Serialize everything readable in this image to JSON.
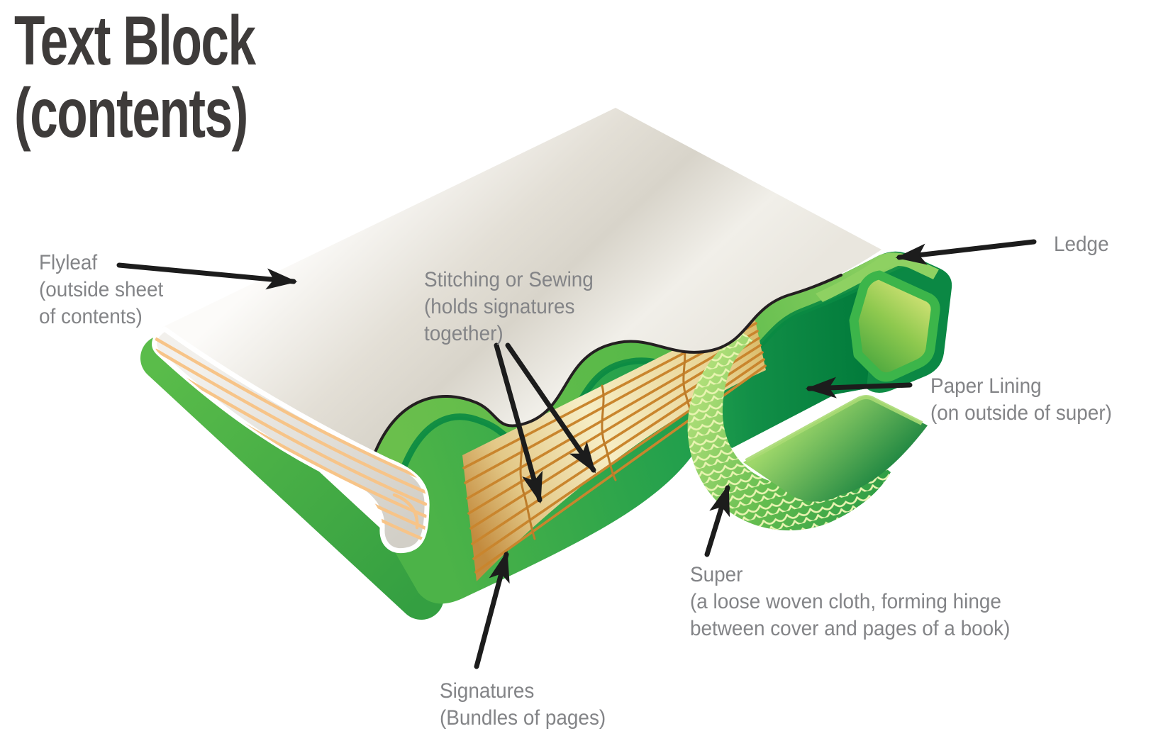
{
  "title": {
    "line1": "Text Block",
    "line2": "(contents)"
  },
  "labels": {
    "flyleaf": {
      "lines": [
        "Flyleaf",
        "(outside sheet",
        "of contents)"
      ]
    },
    "stitching": {
      "lines": [
        "Stitching or Sewing",
        "(holds signatures",
        "together)"
      ]
    },
    "ledge": {
      "lines": [
        "Ledge"
      ]
    },
    "paper_lining": {
      "lines": [
        "Paper Lining",
        "(on outside of super)"
      ]
    },
    "super": {
      "lines": [
        "Super",
        "(a loose woven cloth, forming hinge",
        "between cover and pages of a book)"
      ]
    },
    "signatures": {
      "lines": [
        "Signatures",
        "(Bundles of pages)"
      ]
    }
  },
  "illustration": {
    "subject": "book text block cutaway diagram",
    "parts": [
      "flyleaf page",
      "fore edge of pages",
      "signatures spine",
      "stitching",
      "super cloth",
      "paper lining",
      "cover ledge",
      "book cover"
    ],
    "colors": {
      "title_text": "#3e3b3a",
      "label_text": "#838487",
      "arrow": "#1c1c1c",
      "cover_green": "#3db04a",
      "cover_green_dark": "#00793a",
      "cover_green_light": "#8ed162",
      "spine_tan": "#f6edc4",
      "stitch_orange": "#c9852d",
      "page_cream": "#efece4",
      "page_line_tan": "#f7c488",
      "super_texture": "#e8f4b0"
    }
  }
}
